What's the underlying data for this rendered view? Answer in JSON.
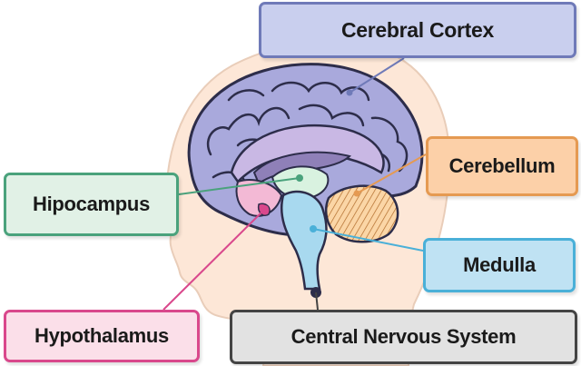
{
  "labels": {
    "cerebral_cortex": "Cerebral Cortex",
    "cerebellum": "Cerebellum",
    "hippocampus": "Hipocampus",
    "medulla": "Medulla",
    "hypothalamus": "Hypothalamus",
    "central_nervous_system": "Central Nervous System"
  },
  "colors": {
    "cerebral_cortex": "#6f7ab8",
    "cerebellum": "#e59a52",
    "hippocampus": "#4aa27c",
    "medulla": "#4ab0d8",
    "hypothalamus": "#d9488c",
    "central_nervous_system": "#444444"
  }
}
